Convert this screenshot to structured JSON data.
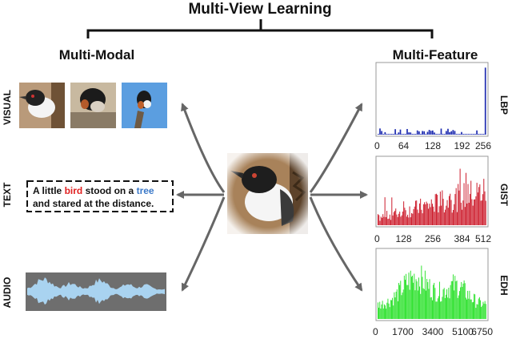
{
  "header": {
    "title": "Multi-View Learning",
    "left_heading": "Multi-Modal",
    "right_heading": "Multi-Feature"
  },
  "modalities": {
    "visual_label": "VISUAL",
    "text_label": "TEXT",
    "audio_label": "AUDIO",
    "caption": {
      "part1": "A little ",
      "bird": "bird",
      "part2": " stood on a ",
      "tree": "tree",
      "line2": "and stared at the distance."
    },
    "colors": {
      "bird_word": "#e02020",
      "tree_word": "#3a78c8",
      "audio_bg": "#6e6e6e",
      "audio_wave": "#a9d3f0"
    }
  },
  "features": {
    "lbp": {
      "label": "LBP",
      "ticks": [
        "0",
        "64",
        "128",
        "192",
        "256"
      ],
      "color": "#1f2db0"
    },
    "gist": {
      "label": "GIST",
      "ticks": [
        "0",
        "128",
        "256",
        "384",
        "512"
      ],
      "color": "#cc1a2a"
    },
    "edh": {
      "label": "EDH",
      "ticks": [
        "0",
        "1700",
        "3400",
        "5100",
        "6750"
      ],
      "color": "#22e022"
    }
  },
  "icons": {
    "center": "bird-photo-icon",
    "arrows": "curved-arrow-icon"
  }
}
